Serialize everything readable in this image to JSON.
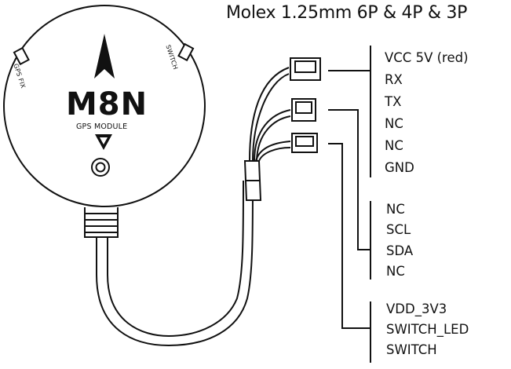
{
  "title": "Molex 1.25mm 6P & 4P & 3P",
  "device": {
    "brand": "M8N",
    "subtitle": "GPS MODULE",
    "left_label": "GPS FIX",
    "right_label": "SWITCH"
  },
  "connectors": [
    {
      "name": "6P",
      "pins": [
        "VCC 5V (red)",
        "RX",
        "TX",
        "NC",
        "NC",
        "GND"
      ]
    },
    {
      "name": "4P",
      "pins": [
        "NC",
        "SCL",
        "SDA",
        "NC"
      ]
    },
    {
      "name": "3P",
      "pins": [
        "VDD_3V3",
        "SWITCH_LED",
        "SWITCH"
      ]
    }
  ],
  "colors": {
    "line": "#111111",
    "background": "#ffffff",
    "device_fill": "#ffffff"
  }
}
